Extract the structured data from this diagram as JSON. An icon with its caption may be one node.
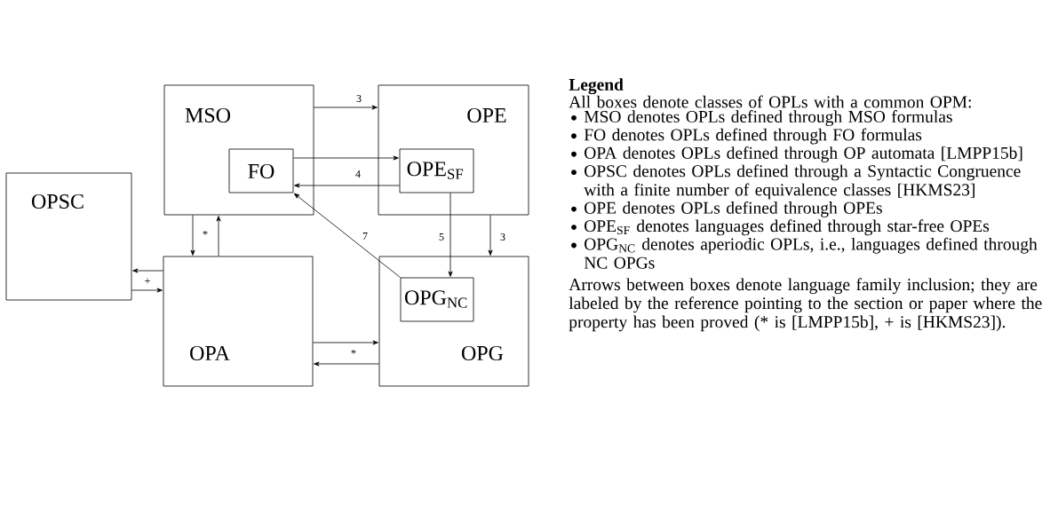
{
  "diagram": {
    "nodes": [
      {
        "text": [
          "MSO"
        ]
      },
      {
        "text": [
          "FO"
        ],
        "in": 0
      },
      {
        "text": [
          "OPE"
        ]
      },
      {
        "text": [
          "OPE$_{SF}$"
        ],
        "in": 2
      },
      {
        "text": [
          "OPSC"
        ]
      },
      {
        "text": [
          "OPA"
        ]
      },
      {
        "text": [
          "OPG"
        ]
      },
      {
        "text": [
          "OPG$_{NC}$"
        ],
        "in": 6
      }
    ],
    "edges": [
      {
        "from": 0,
        "to": 2,
        "arrow": "to",
        "label": "3"
      },
      {
        "from": 1,
        "to": 3,
        "arrow": "to"
      },
      {
        "from": 3,
        "to": 1,
        "arrow": "to",
        "label": "4"
      },
      {
        "from": 0,
        "to": 5,
        "arrow": "to",
        "label": "*"
      },
      {
        "from": 5,
        "to": 0,
        "arrow": "to"
      },
      {
        "from": 5,
        "to": 4,
        "arrow": "to"
      },
      {
        "from": 4,
        "to": 5,
        "arrow": "to",
        "label": "+"
      },
      {
        "from": 5,
        "to": 6,
        "arrow": "to"
      },
      {
        "from": 6,
        "to": 5,
        "arrow": "to",
        "label": "*"
      },
      {
        "from": 7,
        "to": 1,
        "arrow": "to",
        "label": "7"
      },
      {
        "from": 3,
        "to": 7,
        "arrow": "to",
        "label": "5"
      },
      {
        "from": 2,
        "to": 6,
        "arrow": "to",
        "label": "3"
      }
    ],
    "labels": [
      "Legend",
      "All boxes denote classes of OPLs with a common OPM:",
      "MSO denotes OPLs defined through MSO formulas",
      "FO denotes OPLs defined through FO formulas",
      "OPA denotes OPLs defined through OP automata [LMPP15b]",
      "OPSC denotes OPLs defined through a Syntactic Congruence with a finite number of equivalence classes [HKMS23]",
      "OPE denotes OPLs defined through OPEs",
      "OPE$_{SF}$ denotes languages defined through star-free OPEs",
      "OPG$_{NC}$ denotes aperiodic OPLs, i.e., languages defined through NC OPGs",
      "Arrows between boxes denote language family inclusion; they are labeled by the reference pointing to the section or paper where the property has been proved (* is [LMPP15b], + is [HKMS23])."
    ]
  }
}
